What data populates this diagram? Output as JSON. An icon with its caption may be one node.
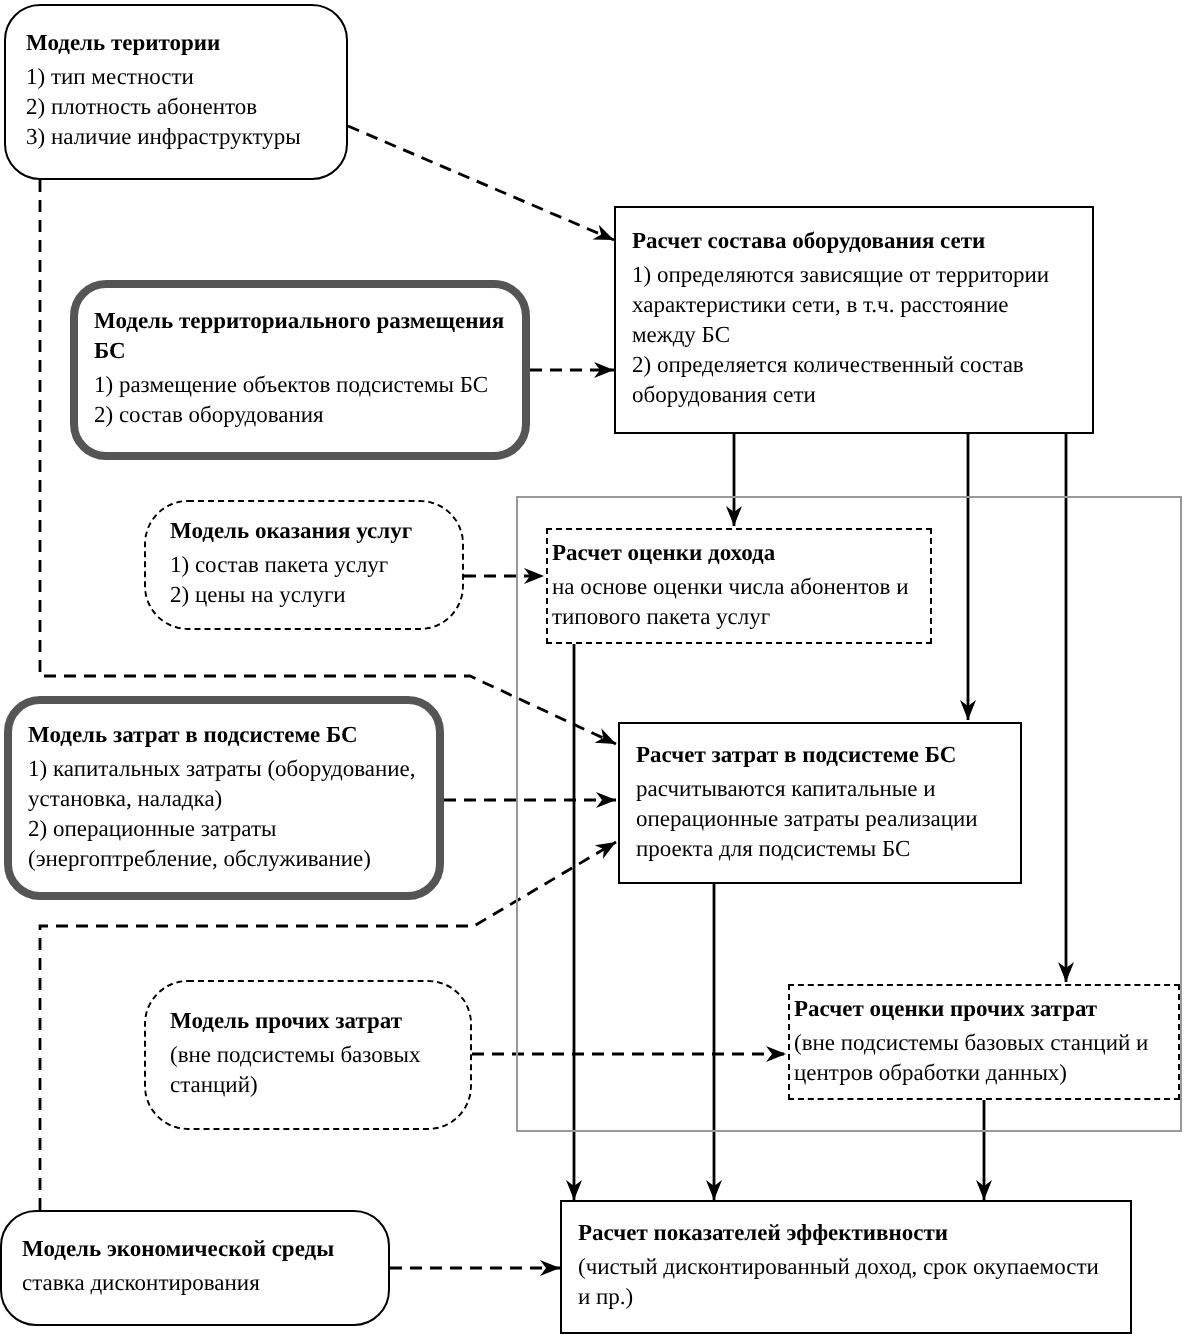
{
  "diagram": {
    "nodes": [
      {
        "text": [
          "Модель територии",
          "1) тип местности",
          "2) плотность абонентов",
          "3) наличие инфраструктуры"
        ]
      },
      {
        "text": [
          "Расчет состава оборудования сети",
          "1) определяются зависящие от территории характеристики сети, в т.ч. расстояние между БС",
          "2) определяется количественный состав оборудования сети"
        ]
      },
      {
        "text": [
          "Модель территориального размещения БС",
          "1) размещение объектов подсистемы БС",
          "2) состав оборудования"
        ]
      },
      {
        "text": [],
        "shape": "box"
      },
      {
        "text": [
          "Модель оказания услуг",
          "1) состав пакета услуг",
          "2) цены на услуги"
        ]
      },
      {
        "text": [
          "Расчет оценки дохода",
          "на основе оценки числа абонентов и типового пакета услуг"
        ],
        "in": 3
      },
      {
        "text": [
          "Модель затрат в подсистеме БС",
          "1) капитальных затраты (оборудование, установка, наладка)",
          "2) операционные затраты (энергоптребление, обслуживание)"
        ]
      },
      {
        "text": [
          "Расчет затрат в подсистеме БС",
          "расчитываются капитальные и операционные затраты реализации проекта для подсистемы БС"
        ],
        "in": 3
      },
      {
        "text": [
          "Модель прочих затрат",
          "(вне подсистемы базовых станций)"
        ]
      },
      {
        "text": [
          "Расчет оценки прочих затрат",
          "(вне подсистемы базовых станций и центров обработки данных)"
        ],
        "in": 3
      },
      {
        "text": [
          "Модель экономической среды",
          "ставка дисконтирования"
        ]
      },
      {
        "text": [
          "Расчет показателей эффективности",
          "(чистый дисконтированный доход, срок окупаемости и пр.)"
        ]
      }
    ],
    "edges": [
      {
        "from": 0,
        "to": 1,
        "arrow": "to",
        "style": "dashed"
      },
      {
        "from": 0,
        "to": 7,
        "arrow": "to",
        "style": "dashed"
      },
      {
        "from": 2,
        "to": 1,
        "arrow": "to",
        "style": "dashed"
      },
      {
        "from": 1,
        "to": 5,
        "arrow": "to"
      },
      {
        "from": 1,
        "to": 7,
        "arrow": "to"
      },
      {
        "from": 1,
        "to": 9,
        "arrow": "to"
      },
      {
        "from": 4,
        "to": 5,
        "arrow": "to",
        "style": "dashed"
      },
      {
        "from": 6,
        "to": 7,
        "arrow": "to",
        "style": "dashed"
      },
      {
        "from": 10,
        "to": 7,
        "arrow": "to",
        "style": "dashed"
      },
      {
        "from": 5,
        "to": 11,
        "arrow": "to"
      },
      {
        "from": 7,
        "to": 11,
        "arrow": "to"
      },
      {
        "from": 9,
        "to": 11,
        "arrow": "to"
      },
      {
        "from": 8,
        "to": 9,
        "arrow": "to",
        "style": "dashed"
      },
      {
        "from": 10,
        "to": 11,
        "arrow": "to",
        "style": "dashed"
      }
    ]
  }
}
